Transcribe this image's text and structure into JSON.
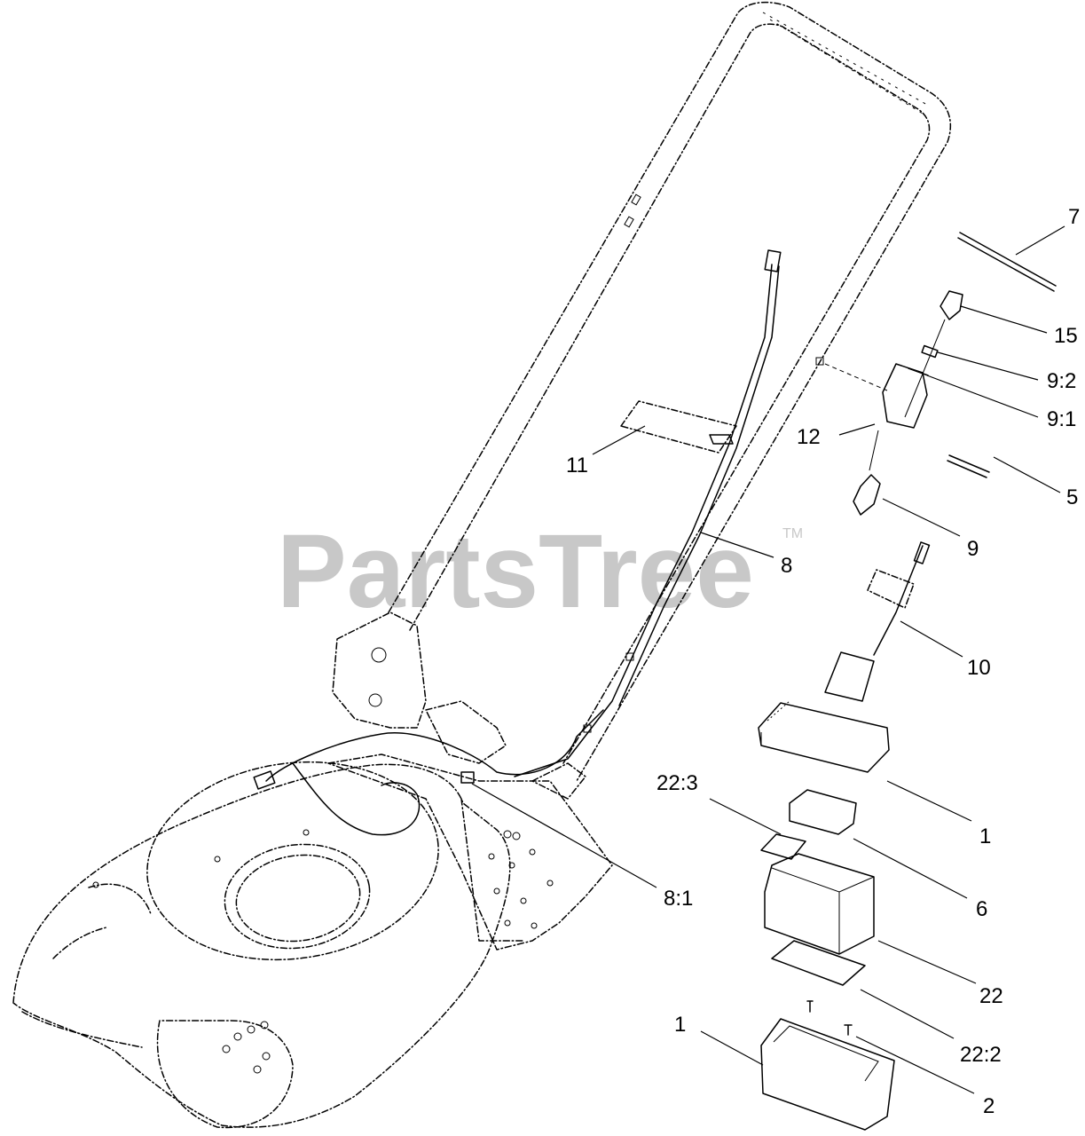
{
  "watermark": {
    "brand": "PartsTree",
    "trademark": "TM"
  },
  "callouts": {
    "c7": "7",
    "c15": "15",
    "c9_2": "9:2",
    "c9_1": "9:1",
    "c12": "12",
    "c5": "5",
    "c11": "11",
    "c9": "9",
    "c8": "8",
    "c10": "10",
    "c1_top": "1",
    "c22_3": "22:3",
    "c6": "6",
    "c8_1": "8:1",
    "c22": "22",
    "c22_2": "22:2",
    "c1_bottom": "1",
    "c2": "2"
  }
}
